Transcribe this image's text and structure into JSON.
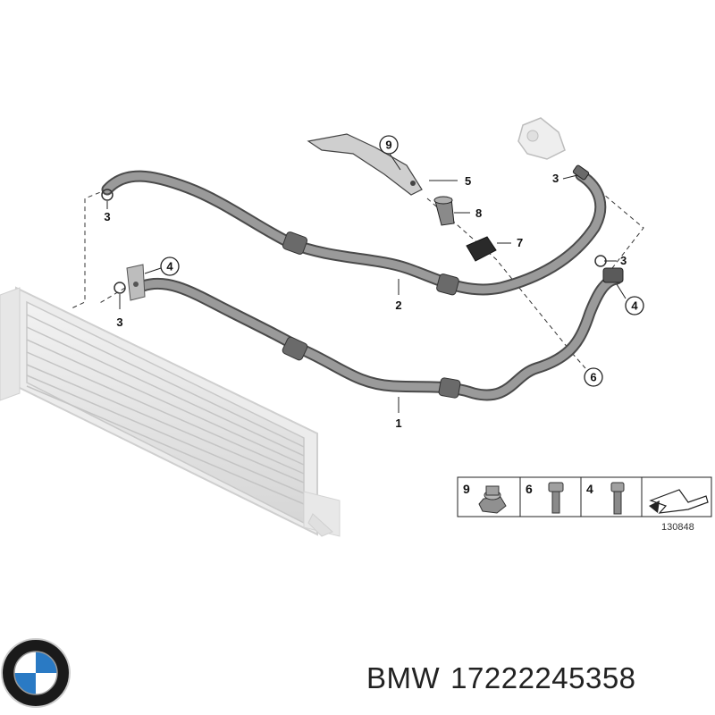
{
  "callouts": {
    "c1": "1",
    "c2": "2",
    "c3a": "3",
    "c3b": "3",
    "c3c": "3",
    "c3d": "3",
    "c4a": "4",
    "c4b": "4",
    "c5": "5",
    "c6": "6",
    "c7": "7",
    "c8": "8",
    "c9": "9"
  },
  "legend": {
    "n9": "9",
    "n6": "6",
    "n4": "4"
  },
  "reference_code": "130848",
  "caption": {
    "brand": "BMW",
    "part_number": "17222245358"
  },
  "colors": {
    "hose": "#8a8a8a",
    "hose_edge": "#4a4a4a",
    "radiator": "#e2e2e2",
    "line": "#222222"
  },
  "icons": [
    "bmw-logo-icon",
    "nut-icon",
    "bolt-icon",
    "arrow-icon"
  ]
}
